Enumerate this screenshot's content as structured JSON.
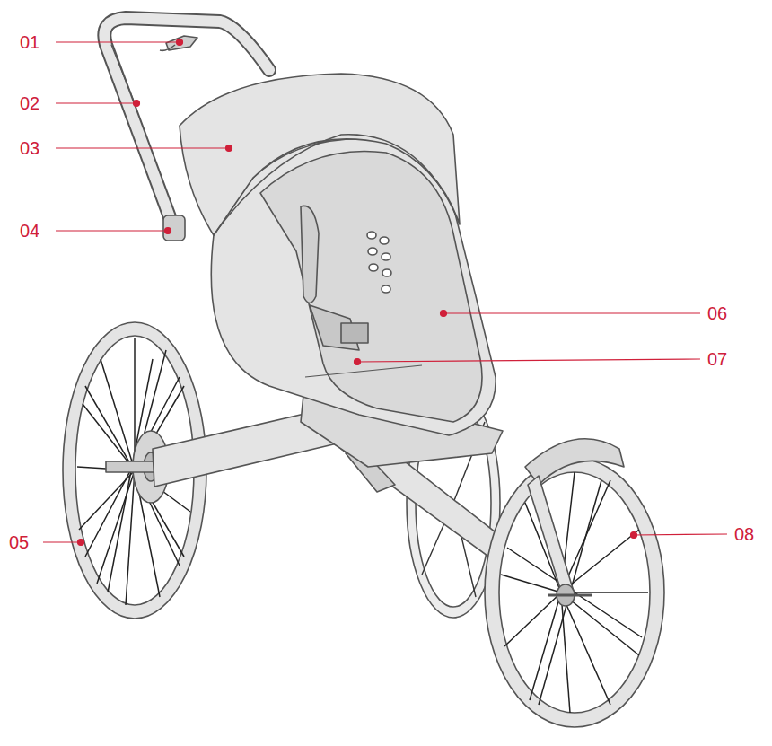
{
  "diagram": {
    "labels": [
      "01",
      "02",
      "03",
      "04",
      "05",
      "06",
      "07",
      "08"
    ]
  }
}
